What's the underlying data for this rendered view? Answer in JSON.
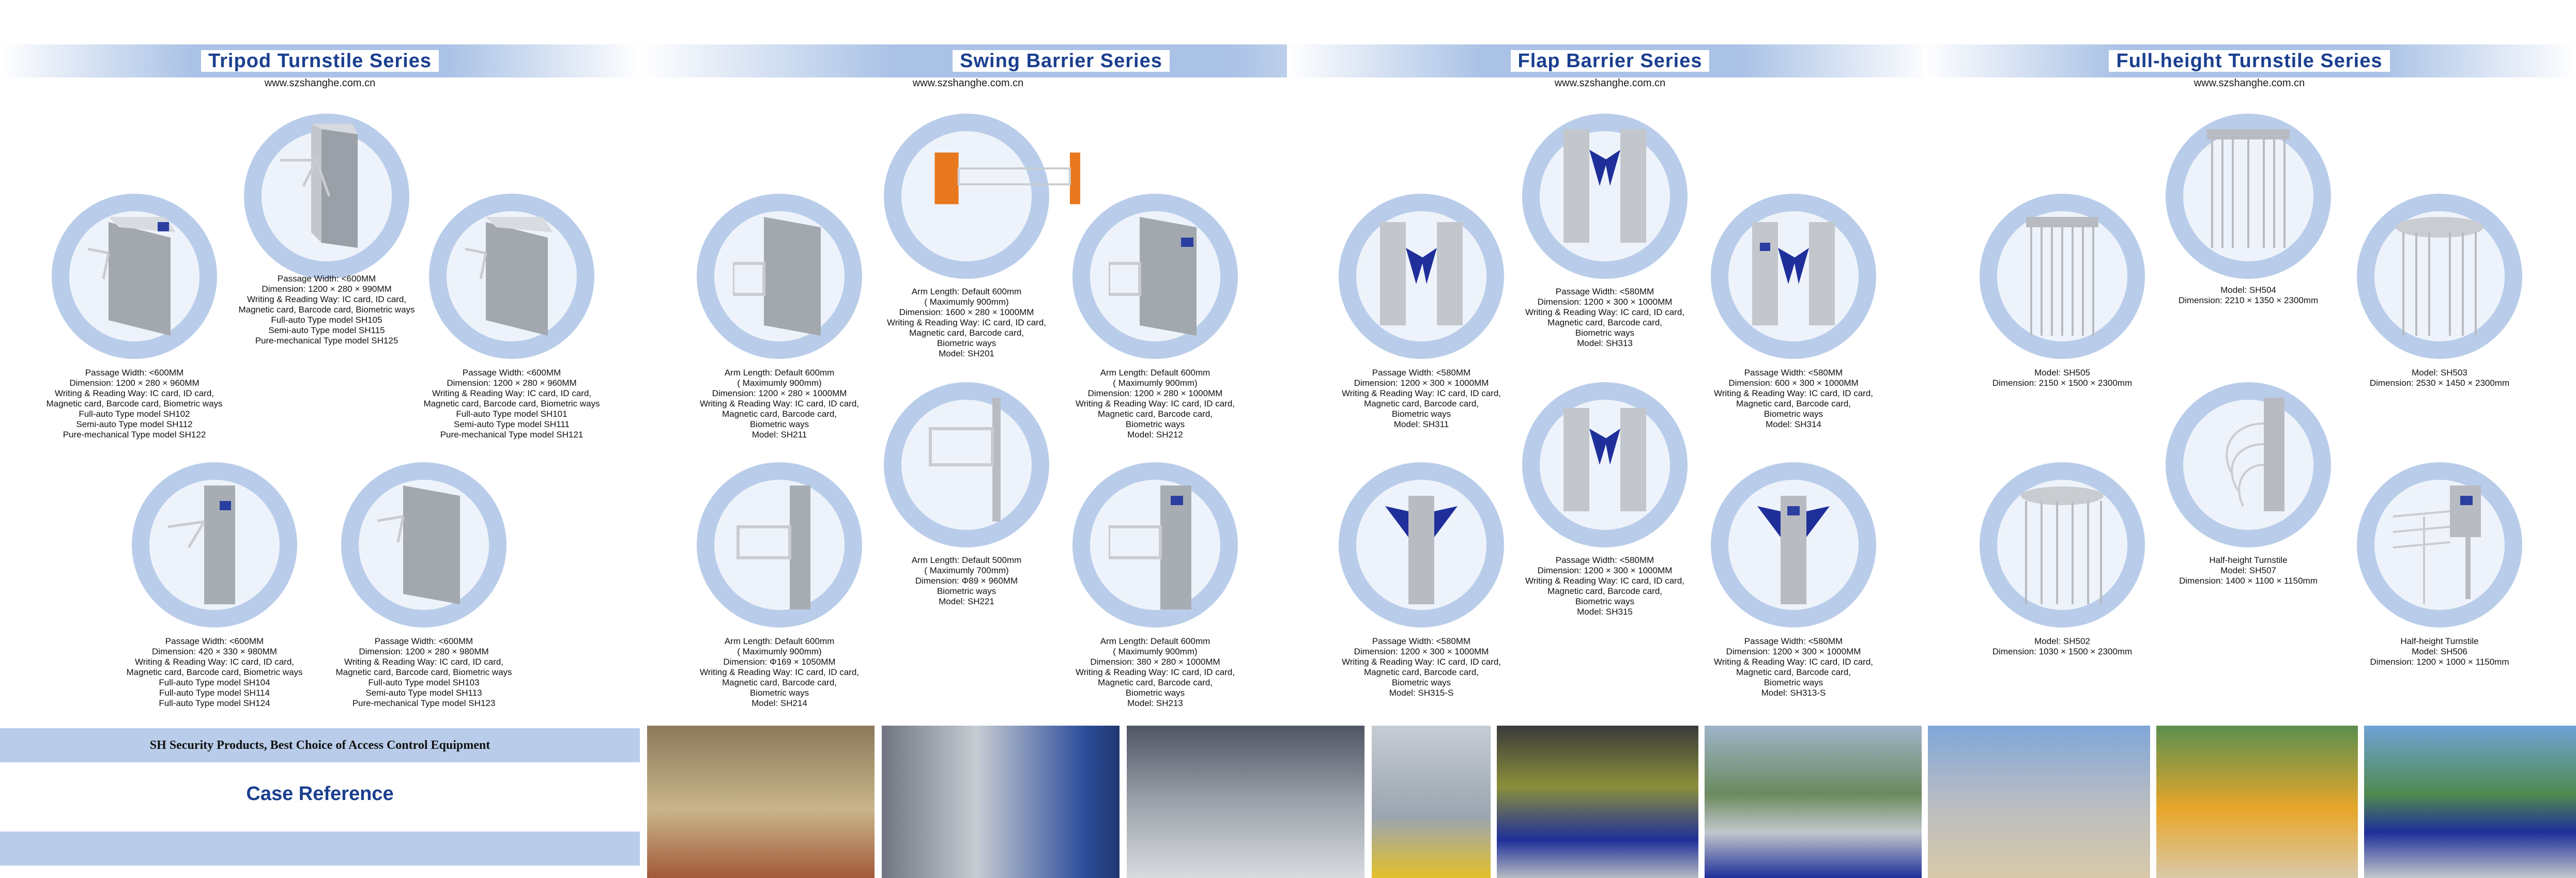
{
  "sections": [
    {
      "title": "Tripod Turnstile Series",
      "url": "www.szshanghe.com.cn"
    },
    {
      "title": "Swing Barrier Series",
      "url": "www.szshanghe.com.cn"
    },
    {
      "title": "Flap Barrier Series",
      "url": "www.szshanghe.com.cn"
    },
    {
      "title": "Full-height Turnstile Series",
      "url": "www.szshanghe.com.cn"
    }
  ],
  "products": {
    "sh105": [
      "Passage Width: <600MM",
      "Dimension: 1200 × 280 × 990MM",
      "Writing & Reading Way: IC card, ID card,",
      "Magnetic card, Barcode card, Biometric ways",
      "Full-auto Type model SH105",
      "Semi-auto Type model SH115",
      "Pure-mechanical Type model SH125"
    ],
    "sh102": [
      "Passage Width: <600MM",
      "Dimension: 1200 × 280 × 960MM",
      "Writing & Reading Way: IC card, ID card,",
      "Magnetic card, Barcode card, Biometric ways",
      "Full-auto Type model SH102",
      "Semi-auto Type model SH112",
      "Pure-mechanical Type model SH122"
    ],
    "sh101": [
      "Passage Width: <600MM",
      "Dimension: 1200 × 280 × 960MM",
      "Writing & Reading Way: IC card, ID card,",
      "Magnetic card, Barcode card, Biometric ways",
      "Full-auto Type model SH101",
      "Semi-auto Type model SH111",
      "Pure-mechanical Type model SH121"
    ],
    "sh104": [
      "Passage Width: <600MM",
      "Dimension: 420 × 330 × 980MM",
      "Writing & Reading Way: IC card, ID card,",
      "Magnetic card, Barcode card, Biometric ways",
      "Full-auto Type model SH104",
      "Full-auto Type model SH114",
      "Full-auto Type model SH124"
    ],
    "sh103": [
      "Passage Width: <600MM",
      "Dimension: 1200 × 280 × 980MM",
      "Writing & Reading Way: IC card, ID card,",
      "Magnetic card, Barcode card, Biometric ways",
      "Full-auto Type model SH103",
      "Semi-auto Type model SH113",
      "Pure-mechanical Type model SH123"
    ],
    "sh201": [
      "Arm Length: Default 600mm",
      "( Maximumly 900mm)",
      "Dimension: 1600 × 280 × 1000MM",
      "Writing & Reading Way: IC card, ID card,",
      "Magnetic card, Barcode card,",
      "Biometric ways",
      "Model: SH201"
    ],
    "sh211": [
      "Arm Length: Default 600mm",
      "( Maximumly 900mm)",
      "Dimension: 1200 × 280 × 1000MM",
      "Writing & Reading Way: IC card, ID card,",
      "Magnetic card, Barcode card,",
      "Biometric ways",
      "Model: SH211"
    ],
    "sh212": [
      "Arm Length: Default 600mm",
      "( Maximumly 900mm)",
      "Dimension: 1200 × 280 × 1000MM",
      "Writing & Reading Way: IC card, ID card,",
      "Magnetic card, Barcode card,",
      "Biometric ways",
      "Model: SH212"
    ],
    "sh221": [
      "Arm Length: Default 500mm",
      "( Maximumly 700mm)",
      "Dimension: Φ89 × 960MM",
      "Biometric ways",
      "Model: SH221"
    ],
    "sh214": [
      "Arm Length: Default 600mm",
      "( Maximumly 900mm)",
      "Dimension: Φ169 × 1050MM",
      "Writing & Reading Way: IC card, ID card,",
      "Magnetic card, Barcode card,",
      "Biometric ways",
      "Model: SH214"
    ],
    "sh213": [
      "Arm Length: Default 600mm",
      "( Maximumly 900mm)",
      "Dimension: 380 × 280 × 1000MM",
      "Writing & Reading Way: IC card, ID card,",
      "Magnetic card, Barcode card,",
      "Biometric ways",
      "Model: SH213"
    ],
    "sh313": [
      "Passage Width: <580MM",
      "Dimension: 1200 × 300 × 1000MM",
      "Writing & Reading Way: IC card, ID card,",
      "Magnetic card, Barcode card,",
      "Biometric ways",
      "Model: SH313"
    ],
    "sh311": [
      "Passage Width: <580MM",
      "Dimension: 1200 × 300 × 1000MM",
      "Writing & Reading Way: IC card, ID card,",
      "Magnetic card, Barcode card,",
      "Biometric ways",
      "Model: SH311"
    ],
    "sh314": [
      "Passage Width: <580MM",
      "Dimension: 600 × 300 × 1000MM",
      "Writing & Reading Way: IC card, ID card,",
      "Magnetic card, Barcode card,",
      "Biometric ways",
      "Model: SH314"
    ],
    "sh315": [
      "Passage Width: <580MM",
      "Dimension: 1200 × 300 × 1000MM",
      "Writing & Reading Way: IC card, ID card,",
      "Magnetic card, Barcode card,",
      "Biometric ways",
      "Model: SH315"
    ],
    "sh315s": [
      "Passage Width: <580MM",
      "Dimension: 1200 × 300 × 1000MM",
      "Writing & Reading Way: IC card, ID card,",
      "Magnetic card, Barcode card,",
      "Biometric ways",
      "Model: SH315-S"
    ],
    "sh313s": [
      "Passage Width: <580MM",
      "Dimension: 1200 × 300 × 1000MM",
      "Writing & Reading Way: IC card, ID card,",
      "Magnetic card, Barcode card,",
      "Biometric ways",
      "Model: SH313-S"
    ],
    "sh505": [
      "Model: SH505",
      "Dimension: 2150 × 1500 × 2300mm"
    ],
    "sh504": [
      "Model: SH504",
      "Dimension: 2210 × 1350 × 2300mm"
    ],
    "sh503": [
      "Model: SH503",
      "Dimension: 2530 × 1450 × 2300mm"
    ],
    "sh502": [
      "Model: SH502",
      "Dimension: 1030 × 1500 × 2300mm"
    ],
    "sh507": [
      "Half-height Turnstile",
      "Model: SH507",
      "Dimension: 1400 × 1100 × 1150mm"
    ],
    "sh506": [
      "Half-height Turnstile",
      "Model: SH506",
      "Dimension: 1200 × 1000 × 1150mm"
    ]
  },
  "bottom": {
    "slogan": "SH Security Products, Best Choice of Access Control Equipment",
    "case_title": "Case Reference"
  },
  "colors": {
    "header_text": "#1a3f8f",
    "band": "#aac2e6",
    "ring": "#b9cdea",
    "flap_blue": "#1f2f9a",
    "swing_orange": "#e8781e",
    "steel": "#b8bcc2"
  },
  "icons": {
    "tripod": "tripod-turnstile-icon",
    "swing": "swing-barrier-icon",
    "flap": "flap-barrier-icon",
    "fullheight": "full-height-turnstile-icon"
  }
}
